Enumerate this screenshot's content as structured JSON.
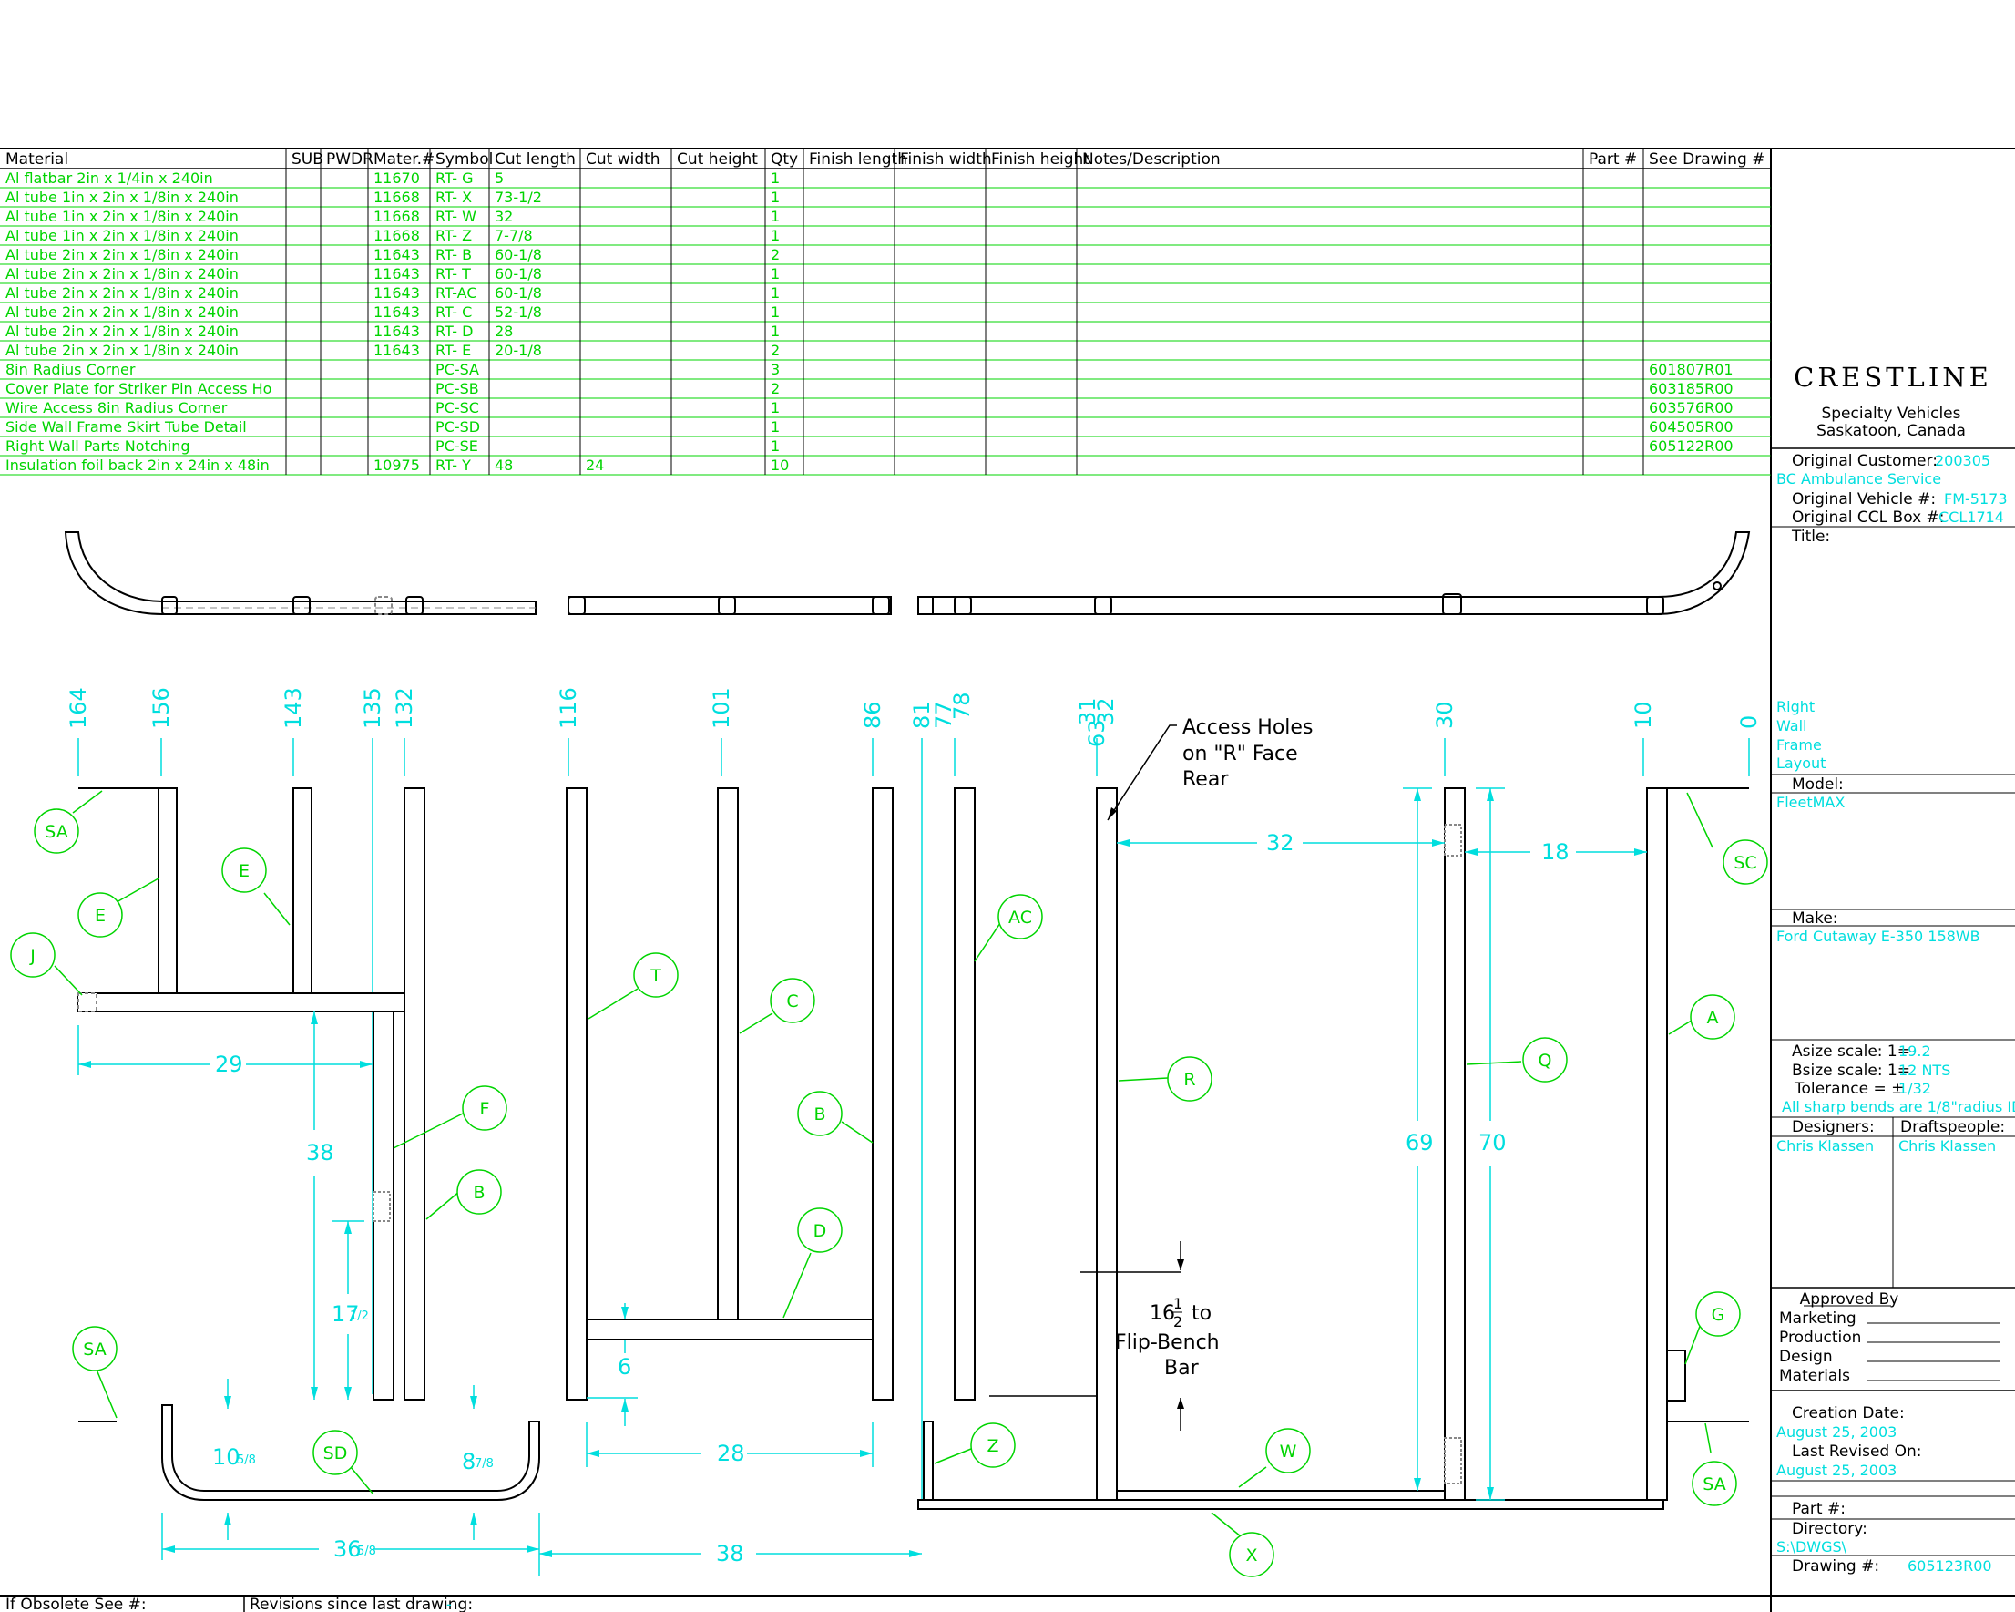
{
  "table": {
    "headers": [
      "Material",
      "SUB",
      "PWDR",
      "Mater.#",
      "Symbol",
      "Cut length",
      "Cut width",
      "Cut height",
      "Qty",
      "Finish length",
      "Finish width",
      "Finish height",
      "Notes/Description",
      "Part #",
      "See Drawing #"
    ],
    "rows": [
      [
        "Al flatbar 2in x 1/4in x 240in",
        "",
        "",
        "11670",
        "RT- G",
        "5",
        "",
        "",
        "1",
        "",
        "",
        "",
        "",
        "",
        ""
      ],
      [
        "Al tube 1in x 2in x 1/8in x 240in",
        "",
        "",
        "11668",
        "RT- X",
        "73-1/2",
        "",
        "",
        "1",
        "",
        "",
        "",
        "",
        "",
        ""
      ],
      [
        "Al tube 1in x 2in x 1/8in x 240in",
        "",
        "",
        "11668",
        "RT- W",
        "32",
        "",
        "",
        "1",
        "",
        "",
        "",
        "",
        "",
        ""
      ],
      [
        "Al tube 1in x 2in x 1/8in x 240in",
        "",
        "",
        "11668",
        "RT- Z",
        "7-7/8",
        "",
        "",
        "1",
        "",
        "",
        "",
        "",
        "",
        ""
      ],
      [
        "Al tube 2in x 2in x 1/8in x 240in",
        "",
        "",
        "11643",
        "RT- B",
        "60-1/8",
        "",
        "",
        "2",
        "",
        "",
        "",
        "",
        "",
        ""
      ],
      [
        "Al tube 2in x 2in x 1/8in x 240in",
        "",
        "",
        "11643",
        "RT- T",
        "60-1/8",
        "",
        "",
        "1",
        "",
        "",
        "",
        "",
        "",
        ""
      ],
      [
        "Al tube 2in x 2in x 1/8in x 240in",
        "",
        "",
        "11643",
        "RT-AC",
        "60-1/8",
        "",
        "",
        "1",
        "",
        "",
        "",
        "",
        "",
        ""
      ],
      [
        "Al tube 2in x 2in x 1/8in x 240in",
        "",
        "",
        "11643",
        "RT- C",
        "52-1/8",
        "",
        "",
        "1",
        "",
        "",
        "",
        "",
        "",
        ""
      ],
      [
        "Al tube 2in x 2in x 1/8in x 240in",
        "",
        "",
        "11643",
        "RT- D",
        "28",
        "",
        "",
        "1",
        "",
        "",
        "",
        "",
        "",
        ""
      ],
      [
        "Al tube 2in x 2in x 1/8in x 240in",
        "",
        "",
        "11643",
        "RT- E",
        "20-1/8",
        "",
        "",
        "2",
        "",
        "",
        "",
        "",
        "",
        ""
      ],
      [
        "8in Radius Corner",
        "",
        "",
        "",
        "PC-SA",
        "",
        "",
        "",
        "3",
        "",
        "",
        "",
        "",
        "",
        "601807R01"
      ],
      [
        "Cover Plate for Striker Pin Access Ho",
        "",
        "",
        "",
        "PC-SB",
        "",
        "",
        "",
        "2",
        "",
        "",
        "",
        "",
        "",
        "603185R00"
      ],
      [
        "Wire Access 8in Radius Corner",
        "",
        "",
        "",
        "PC-SC",
        "",
        "",
        "",
        "1",
        "",
        "",
        "",
        "",
        "",
        "603576R00"
      ],
      [
        "Side Wall Frame Skirt Tube     Detail",
        "",
        "",
        "",
        "PC-SD",
        "",
        "",
        "",
        "1",
        "",
        "",
        "",
        "",
        "",
        "604505R00"
      ],
      [
        "Right Wall Parts Notching",
        "",
        "",
        "",
        "PC-SE",
        "",
        "",
        "",
        "1",
        "",
        "",
        "",
        "",
        "",
        "605122R00"
      ],
      [
        "Insulation foil back 2in x 24in x 48in",
        "",
        "",
        "10975",
        "RT- Y",
        "48",
        "24",
        "",
        "10",
        "",
        "",
        "",
        "",
        "",
        ""
      ]
    ]
  },
  "title_block": {
    "logo": "CRESTLINE",
    "company": "Specialty Vehicles",
    "location": "Saskatoon, Canada",
    "original_customer_label": "Original Customer:",
    "original_customer": "200305",
    "customer_name": "BC Ambulance Service",
    "original_vehicle_label": "Original Vehicle #:",
    "original_vehicle": "FM-5173",
    "original_ccl_label": "Original CCL Box #:",
    "original_ccl": "CCL1714",
    "title_label": "Title:",
    "title_lines": [
      "Right",
      "Wall",
      "Frame",
      "Layout"
    ],
    "model_label": "Model:",
    "model": "FleetMAX",
    "make_label": "Make:",
    "make": "Ford Cutaway E-350 158WB",
    "asize_label": "Asize scale:  1=",
    "asize": "19.2",
    "bsize_label": "Bsize scale:  1=",
    "bsize": "12 NTS",
    "tolerance_label": "Tolerance = ±",
    "tolerance": "1/32",
    "bend_note": "All sharp bends are 1/8\"radius ID",
    "designers_label": "Designers:",
    "designers": "Chris Klassen",
    "drafts_label": "Draftspeople:",
    "drafts": "Chris Klassen",
    "approved_label": "Approved By",
    "approvals": [
      "Marketing",
      "Production",
      "Design",
      "Materials"
    ],
    "creation_label": "Creation Date:",
    "creation": "August 25, 2003",
    "revised_label": "Last Revised On:",
    "revised": "August 25, 2003",
    "part_label": "Part #:",
    "directory_label": "Directory:",
    "directory": "S:\\DWGS\\",
    "drawing_label": "Drawing #:",
    "drawing": "605123R00"
  },
  "footer": {
    "obsolete_label": "If Obsolete See #:",
    "revisions_label": "Revisions since last drawing:",
    "revisions": "-"
  },
  "dims": {
    "stations": [
      "164",
      "156",
      "143",
      "135",
      "132",
      "116",
      "101",
      "86",
      "81",
      "77",
      "78",
      "63",
      "31",
      "32",
      "30",
      "10",
      "0"
    ],
    "d29": "29",
    "d38v": "38",
    "d17": "17",
    "d17frac": "1/2",
    "d10": "10",
    "d10frac": "5/8",
    "d36": "36",
    "d36frac": "5/8",
    "d8": "8",
    "d8frac": "7/8",
    "d6": "6",
    "d28": "28",
    "d38h": "38",
    "d32": "32",
    "d18": "18",
    "d69": "69",
    "d70": "70"
  },
  "notes": {
    "access1": "Access Holes",
    "access2": "on \"R\" Face",
    "access3": "Rear",
    "flip_num": "16",
    "flip_frac_n": "1",
    "flip_frac_d": "2",
    "flip_to": "to",
    "flip2": "Flip-Bench",
    "flip3": "Bar"
  },
  "balloons": {
    "SA1": "SA",
    "E1": "E",
    "E2": "E",
    "J": "J",
    "F": "F",
    "B1": "B",
    "SA2": "SA",
    "SD": "SD",
    "T": "T",
    "C": "C",
    "B2": "B",
    "D": "D",
    "AC": "AC",
    "Z": "Z",
    "R": "R",
    "W": "W",
    "X": "X",
    "Q": "Q",
    "SC": "SC",
    "A": "A",
    "G": "G",
    "SA3": "SA"
  }
}
